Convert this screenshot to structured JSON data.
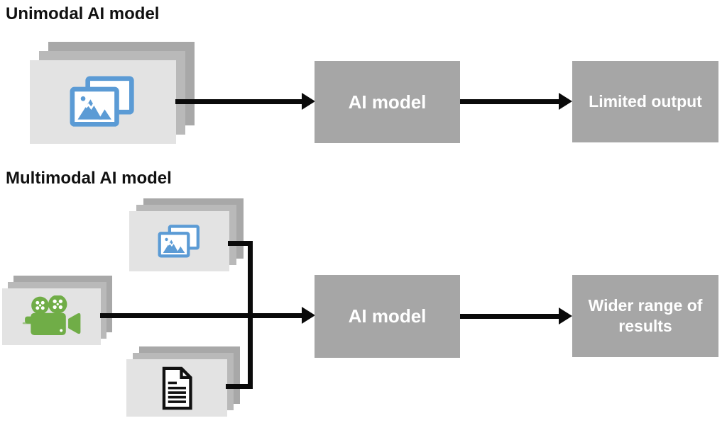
{
  "colors": {
    "box_gray": "#a6a6a6",
    "card_front": "#e3e3e3",
    "card_mid": "#b9b9b9",
    "card_back": "#a8a8a8",
    "accent_blue": "#5b9bd5",
    "accent_green": "#70ad47",
    "arrow_black": "#0a0a0a",
    "box_text": "#ffffff"
  },
  "unimodal": {
    "title": "Unimodal AI model",
    "input_icon": "photos-icon",
    "model_label": "AI model",
    "output_label": "Limited output"
  },
  "multimodal": {
    "title": "Multimodal AI model",
    "input_icons": [
      "photos-icon",
      "video-camera-icon",
      "document-icon"
    ],
    "model_label": "AI model",
    "output_label": "Wider range of results"
  }
}
